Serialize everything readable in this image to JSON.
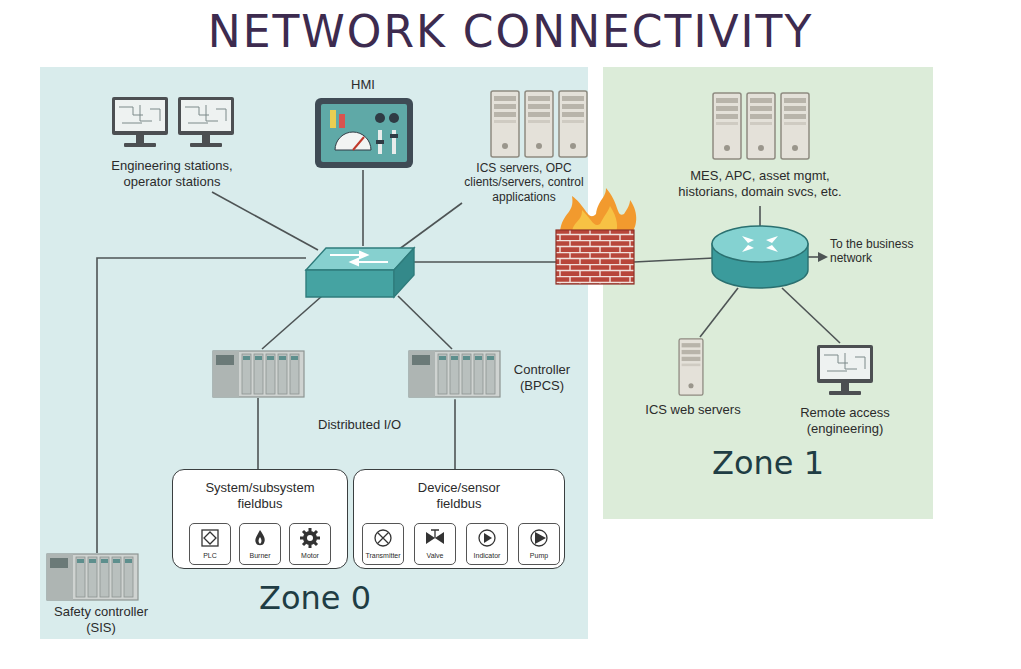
{
  "diagram": {
    "title": "NETWORK CONNECTIVITY",
    "nodes": [
      {
        "text": [
          "Zone 0"
        ]
      },
      {
        "text": [
          "Engineering stations, operator stations"
        ],
        "in": 0
      },
      {
        "text": [
          "HMI"
        ],
        "in": 0
      },
      {
        "text": [
          "ICS servers, OPC clients/servers, control applications"
        ],
        "in": 0
      },
      {
        "text": [
          "Controller (BPCS)"
        ],
        "in": 0
      },
      {
        "text": [
          "System/subsystem fieldbus"
        ],
        "in": 0
      },
      {
        "text": [
          "PLC"
        ],
        "in": 5
      },
      {
        "text": [
          "Burner"
        ],
        "in": 5
      },
      {
        "text": [
          "Motor"
        ],
        "in": 5
      },
      {
        "text": [
          "Device/sensor fieldbus"
        ],
        "in": 0
      },
      {
        "text": [
          "Transmitter"
        ],
        "in": 9
      },
      {
        "text": [
          "Valve"
        ],
        "in": 9
      },
      {
        "text": [
          "Indicator"
        ],
        "in": 9
      },
      {
        "text": [
          "Pump"
        ],
        "in": 9
      },
      {
        "text": [
          "Safety controller (SIS)"
        ],
        "in": 0
      },
      {
        "text": [
          "Zone 1"
        ]
      },
      {
        "text": [
          "MES, APC, asset mgmt, historians, domain svcs, etc."
        ],
        "in": 15
      },
      {
        "text": [
          "ICS web servers"
        ],
        "in": 15
      },
      {
        "text": [
          "Remote access (engineering)"
        ],
        "in": 15
      }
    ],
    "edges": [
      {
        "from": 4,
        "to": 9,
        "arrow": "none"
      }
    ],
    "labels": [
      "Distributed I/O",
      "To the business network"
    ]
  }
}
